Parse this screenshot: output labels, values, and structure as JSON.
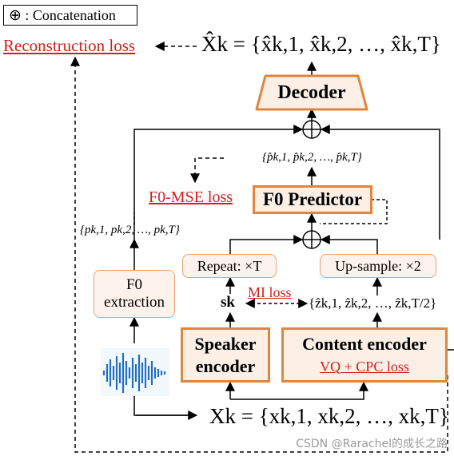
{
  "legend": {
    "symbol": "⊕",
    "text": ": Concatenation"
  },
  "losses": {
    "reconstruction": "Reconstruction loss",
    "f0_mse": "F0-MSE loss",
    "mi": "MI loss",
    "vq_cpc": "VQ + CPC loss"
  },
  "modules": {
    "decoder": "Decoder",
    "f0_predictor": "F0 Predictor",
    "speaker_encoder_line1": "Speaker",
    "speaker_encoder_line2": "encoder",
    "content_encoder": "Content encoder",
    "f0_extraction_line1": "F0",
    "f0_extraction_line2": "extraction",
    "repeat": "Repeat: ×T",
    "upsample": "Up-sample: ×2"
  },
  "math": {
    "x_hat": "X̂k = {x̂k,1, x̂k,2, …, x̂k,T}",
    "p_hat": "{p̂k,1, p̂k,2, …, p̂k,T}",
    "p": "{pk,1, pk,2, …, pk,T}",
    "s": "sk",
    "z_hat": "{ẑk,1, ẑk,2, …, ẑk,T/2}",
    "x": "Xk = {xk,1, xk,2, …, xk,T}"
  },
  "watermark": "CSDN @Rarachel的成长之路"
}
